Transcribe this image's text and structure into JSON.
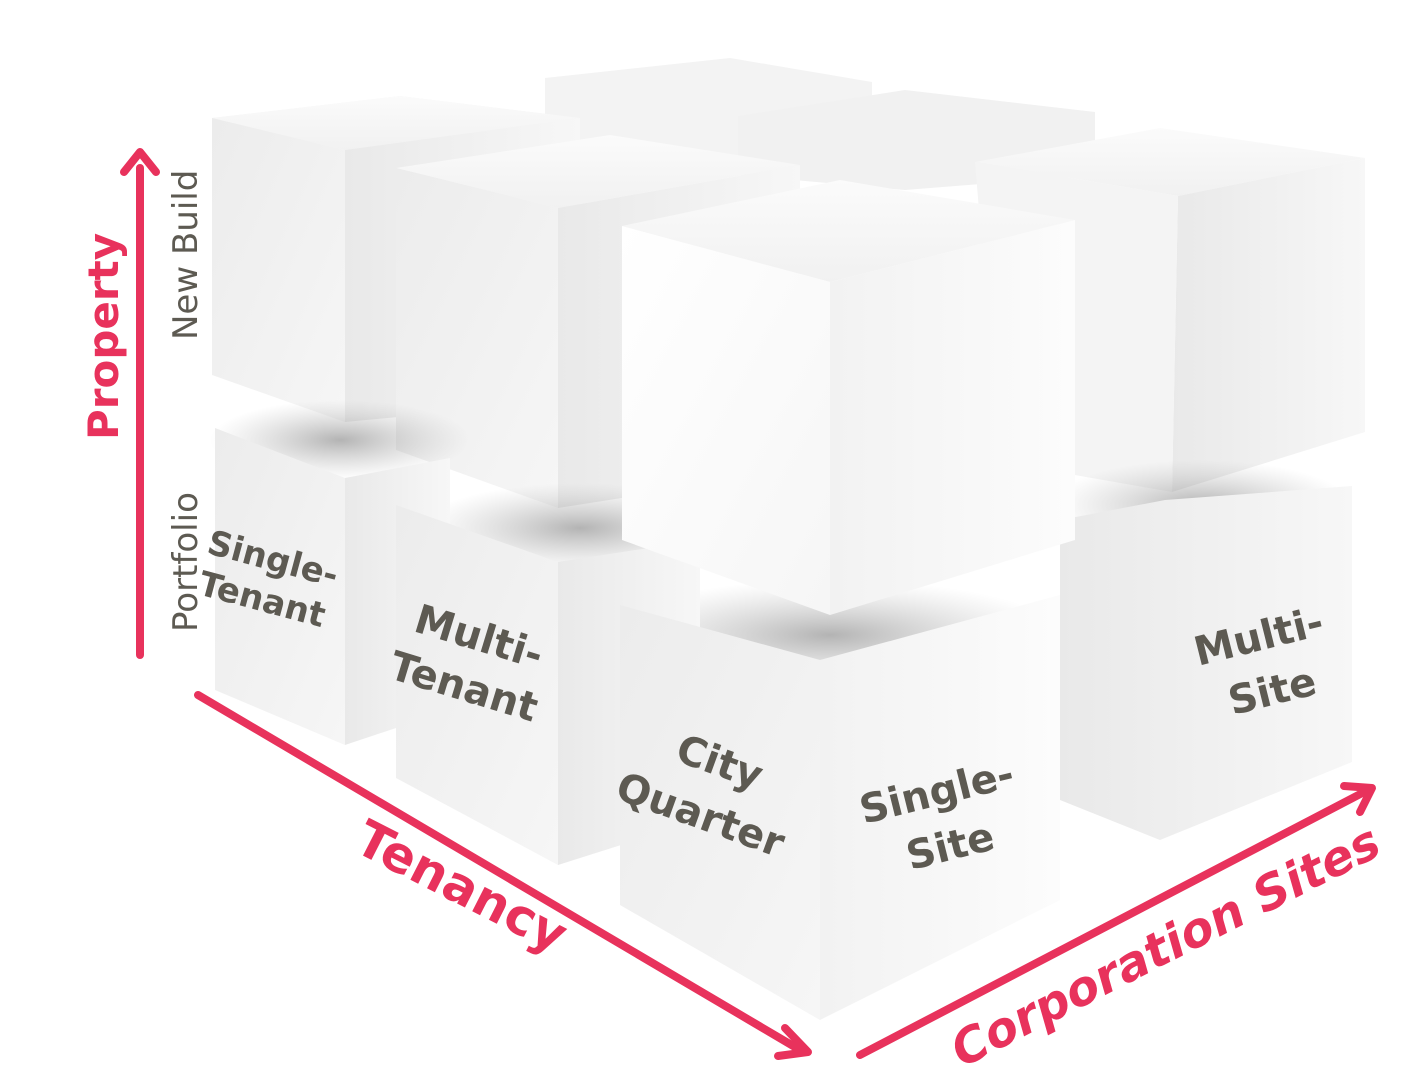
{
  "axes": {
    "vertical": {
      "label": "Property",
      "levels": [
        "Portfolio",
        "New Build"
      ]
    },
    "left_depth": {
      "label": "Tenancy"
    },
    "right_depth": {
      "label": "Corporation Sites"
    }
  },
  "cube_labels": {
    "single_tenant": [
      "Single-",
      "Tenant"
    ],
    "multi_tenant": [
      "Multi-",
      "Tenant"
    ],
    "city_quarter": [
      "City",
      "Quarter"
    ],
    "single_site": [
      "Single-",
      "Site"
    ],
    "multi_site": [
      "Multi-",
      "Site"
    ]
  },
  "colors": {
    "accent": "#e8325c",
    "text": "#5d5a52",
    "cube_light": "#ffffff",
    "cube_mid": "#efefef",
    "cube_dark": "#e3e3e3"
  }
}
